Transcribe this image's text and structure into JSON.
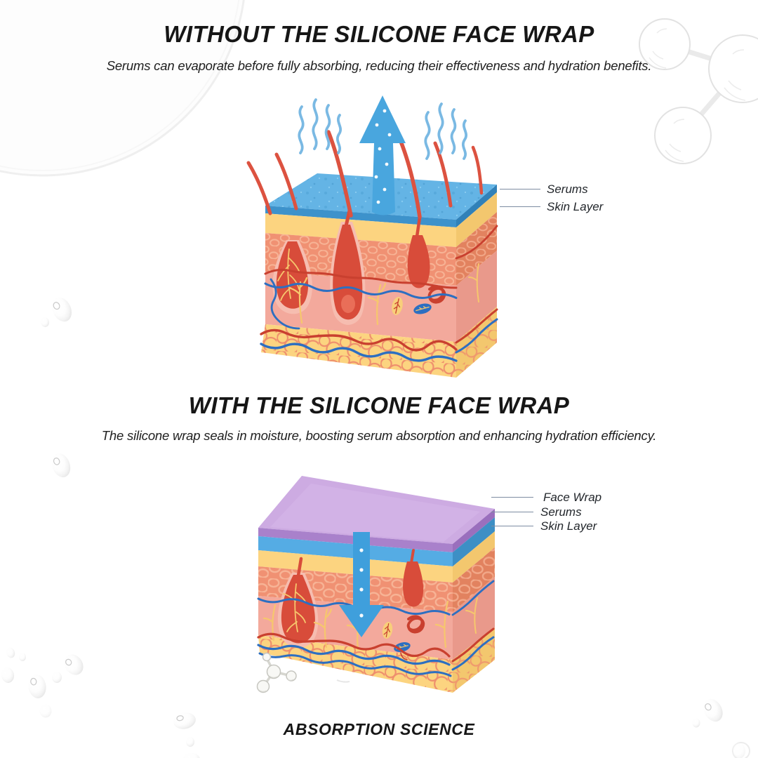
{
  "page": {
    "background": "#ffffff",
    "description": "Silicone face wrap absorption infographic with two skin cross-section diagrams"
  },
  "sections": {
    "without": {
      "title": "WITHOUT THE SILICONE FACE WRAP",
      "subtitle": "Serums can evaporate before fully absorbing, reducing their effectiveness and hydration benefits.",
      "labels": [
        {
          "text": "Serums"
        },
        {
          "text": "Skin Layer"
        }
      ]
    },
    "with_wrap": {
      "title": "WITH THE SILICONE FACE WRAP",
      "subtitle": "The silicone wrap seals in moisture, boosting serum absorption and enhancing hydration efficiency.",
      "labels": [
        {
          "text": "Face Wrap"
        },
        {
          "text": "Serums"
        },
        {
          "text": "Skin Layer"
        }
      ]
    },
    "footer": {
      "title": "ABSORPTION SCIENCE"
    }
  },
  "icons": {
    "evaporation_arrow": "arrow-up-with-droplet-dots",
    "absorption_arrow": "arrow-down-with-droplet-dots",
    "steam": "wavy-evaporation-lines",
    "molecule_sketch": "three-sphere-molecule-sketch",
    "molecule_small": "four-sphere-molecule",
    "water_droplet": "water-droplet",
    "bubble": "large-faint-bubble"
  },
  "colors": {
    "serum_blue": "#64b4e5",
    "arrow_blue": "#49a6de",
    "steam_blue": "#6cb2e0",
    "wrap_purple_top": "#cdabe2",
    "wrap_purple_edge": "#a981cb",
    "epidermis_yellow": "#fcd480",
    "papillary_salmon": "#f09173",
    "dermis_pink": "#f3a99c",
    "hair_red": "#dc5240",
    "follicle_red": "#d84c3a",
    "vessel_red": "#c9402f",
    "vessel_blue": "#2d6fc1",
    "nerve_yellow": "#f6c76d",
    "label_line": "#7d8ca2",
    "text": "#161616"
  }
}
